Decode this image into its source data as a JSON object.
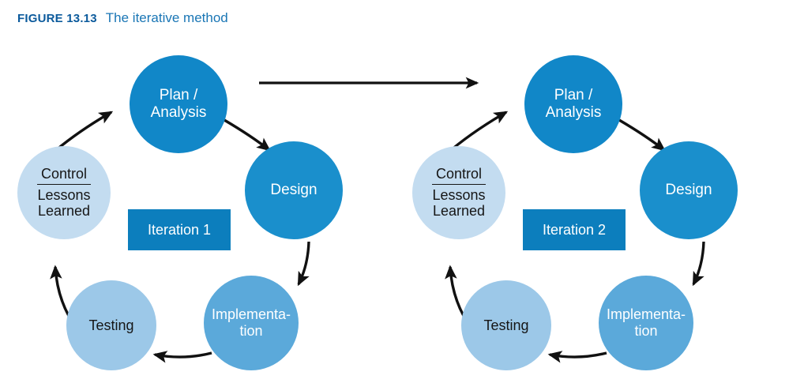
{
  "figure": {
    "label": "FIGURE 13.13",
    "title": "The iterative method",
    "label_color": "#0b5a9c",
    "title_color": "#1a76b5"
  },
  "diagram": {
    "type": "cycle-diagram",
    "flow_direction": "counterclockwise",
    "transition_arrow_label": "",
    "cycles": [
      {
        "iteration_label": "Iteration 1",
        "nodes": [
          {
            "id": "plan",
            "label": "Plan /\nAnalysis",
            "line1": "Plan /",
            "line2": "Analysis",
            "color": "#1187c8",
            "text_color": "#ffffff"
          },
          {
            "id": "design",
            "label": "Design",
            "line1": "Design",
            "line2": "",
            "color": "#1a8fcc",
            "text_color": "#ffffff"
          },
          {
            "id": "implementation",
            "label": "Implementa-\ntion",
            "line1": "Implementa-",
            "line2": "tion",
            "color": "#5ba9da",
            "text_color": "#ffffff"
          },
          {
            "id": "testing",
            "label": "Testing",
            "line1": "Testing",
            "line2": "",
            "color": "#9cc8e8",
            "text_color": "#161616"
          },
          {
            "id": "control",
            "label": "Control / Lessons Learned",
            "line1": "Control",
            "line2": "Lessons",
            "line3": "Learned",
            "color": "#c3dcf0",
            "text_color": "#161616"
          }
        ]
      },
      {
        "iteration_label": "Iteration 2",
        "nodes": [
          {
            "id": "plan",
            "label": "Plan /\nAnalysis",
            "line1": "Plan /",
            "line2": "Analysis",
            "color": "#1187c8",
            "text_color": "#ffffff"
          },
          {
            "id": "design",
            "label": "Design",
            "line1": "Design",
            "line2": "",
            "color": "#1a8fcc",
            "text_color": "#ffffff"
          },
          {
            "id": "implementation",
            "label": "Implementa-\ntion",
            "line1": "Implementa-",
            "line2": "tion",
            "color": "#5ba9da",
            "text_color": "#ffffff"
          },
          {
            "id": "testing",
            "label": "Testing",
            "line1": "Testing",
            "line2": "",
            "color": "#9cc8e8",
            "text_color": "#161616"
          },
          {
            "id": "control",
            "label": "Control / Lessons Learned",
            "line1": "Control",
            "line2": "Lessons",
            "line3": "Learned",
            "color": "#c3dcf0",
            "text_color": "#161616"
          }
        ]
      }
    ],
    "arrow_color": "#111111",
    "iteration_box_color": "#0c7ebd"
  }
}
